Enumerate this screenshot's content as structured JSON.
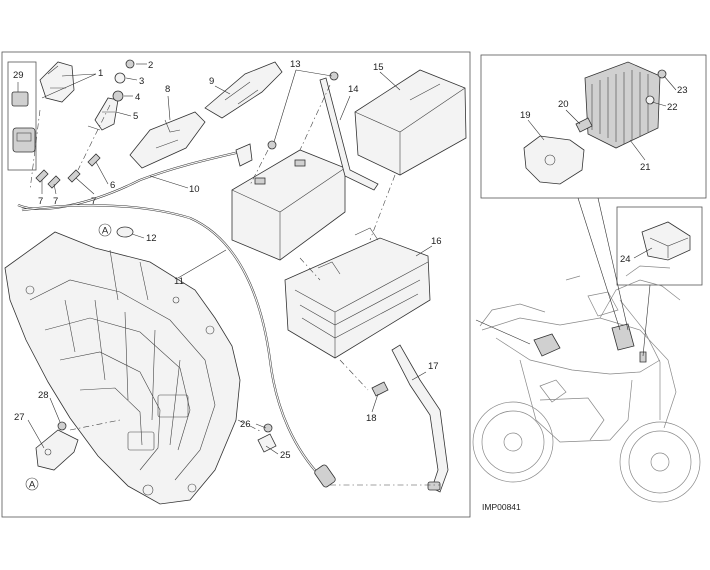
{
  "figure_code": "IMP00841",
  "reference_marker": "A",
  "callouts": [
    "1",
    "2",
    "3",
    "4",
    "5",
    "6",
    "7",
    "8",
    "9",
    "10",
    "11",
    "12",
    "13",
    "14",
    "15",
    "16",
    "17",
    "18",
    "19",
    "20",
    "21",
    "22",
    "23",
    "24",
    "25",
    "26",
    "27",
    "28",
    "29"
  ],
  "colors": {
    "line": "#333333",
    "panel_border": "#555555",
    "part_fill": "#f3f3f3",
    "bike_line": "#888888"
  }
}
